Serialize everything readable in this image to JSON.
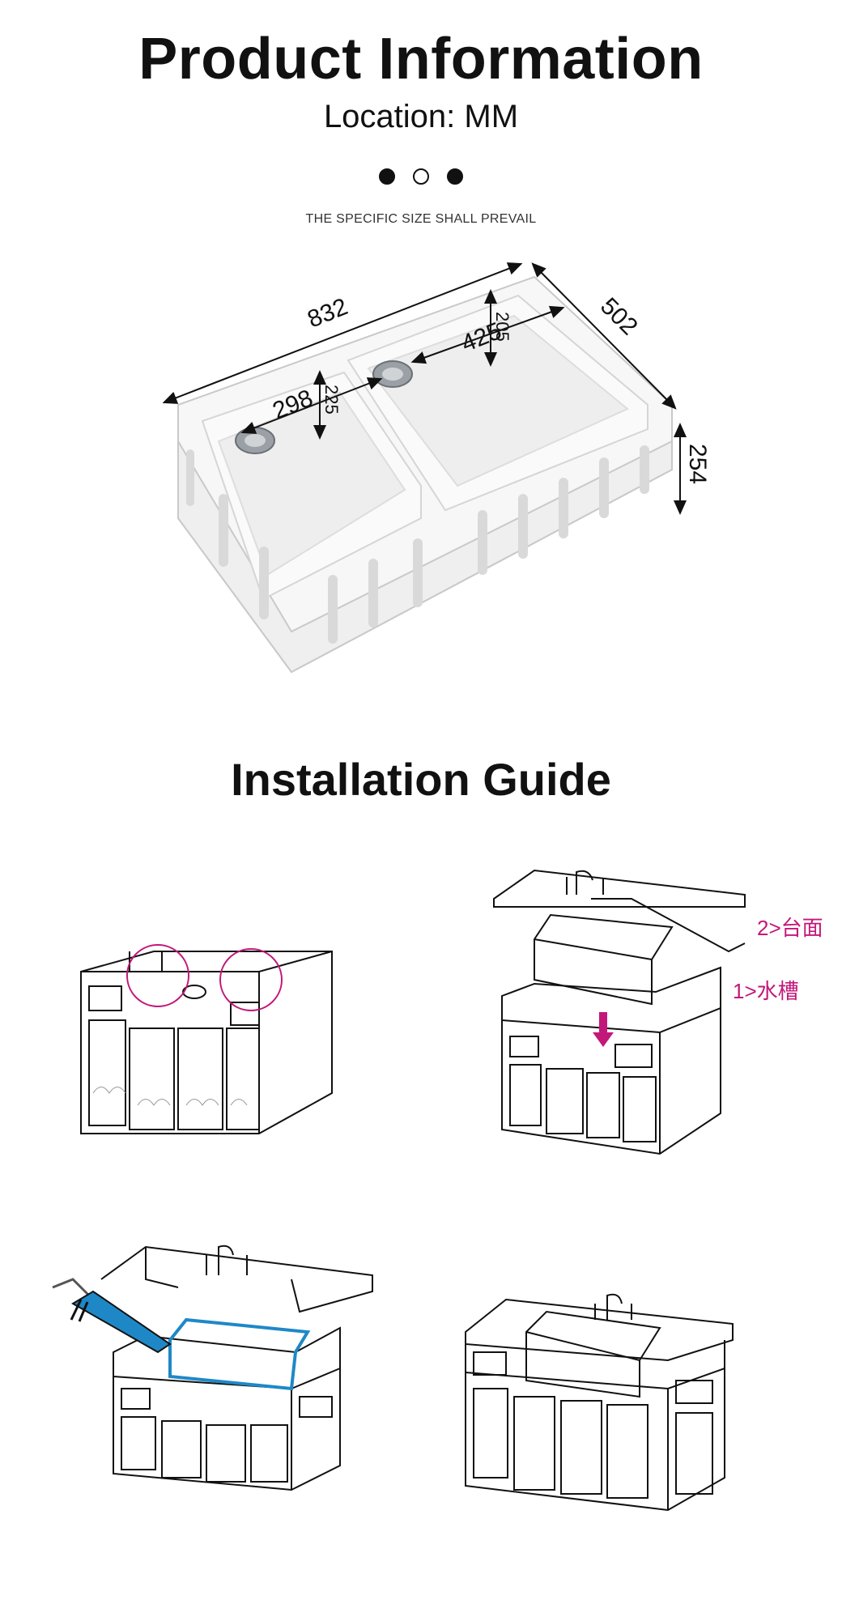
{
  "header": {
    "title": "Product Information",
    "location": "Location: MM",
    "note": "THE SPECIFIC SIZE SHALL PREVAIL"
  },
  "carousel": {
    "dot_count": 3,
    "active_index": 1
  },
  "dimensions": {
    "length": "832",
    "width": "502",
    "height": "254",
    "left_bowl_width": "298",
    "left_bowl_depth": "225",
    "right_bowl_width": "425",
    "right_bowl_depth": "205"
  },
  "installation": {
    "title": "Installation Guide",
    "step2_label": "2>台面",
    "step1_label": "1>水槽"
  },
  "colors": {
    "accent_magenta": "#c2187a",
    "sealant_blue": "#1e88c7"
  }
}
